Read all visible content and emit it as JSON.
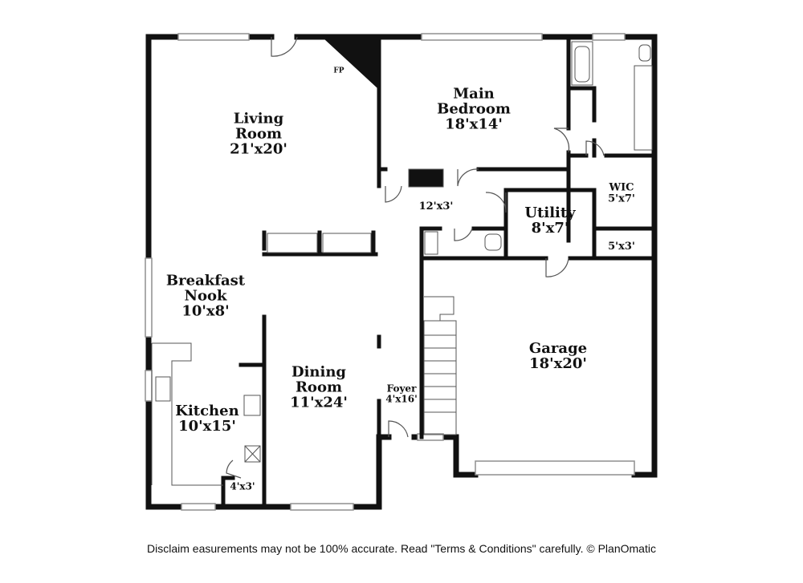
{
  "rooms": {
    "living": {
      "name": "Living Room",
      "line1": "Living",
      "line2": "Room",
      "dims": "21'x20'"
    },
    "main_bedroom": {
      "line1": "Main",
      "line2": "Bedroom",
      "dims": "18'x14'"
    },
    "breakfast": {
      "line1": "Breakfast",
      "line2": "Nook",
      "dims": "10'x8'"
    },
    "kitchen": {
      "name": "Kitchen",
      "dims": "10'x15'"
    },
    "dining": {
      "line1": "Dining",
      "line2": "Room",
      "dims": "11'x24'"
    },
    "foyer": {
      "name": "Foyer",
      "dims": "4'x16'"
    },
    "garage": {
      "name": "Garage",
      "dims": "18'x20'"
    },
    "utility": {
      "name": "Utility",
      "dims": "8'x7'"
    },
    "wic": {
      "name": "WIC",
      "dims": "5'x7'"
    },
    "hall": {
      "dims": "12'x3'"
    },
    "closet_53": {
      "dims": "5'x3'"
    },
    "pantry": {
      "dims": "4'x3'"
    }
  },
  "annotations": {
    "fireplace": "FP"
  },
  "footer": {
    "disclaimer": "Disclaim    easurements may not be 100% accurate. Read \"Terms & Conditions\" carefully. © PlanOmatic"
  },
  "colors": {
    "wall": "#111111",
    "window": "#9a9a9a",
    "background": "#ffffff"
  }
}
